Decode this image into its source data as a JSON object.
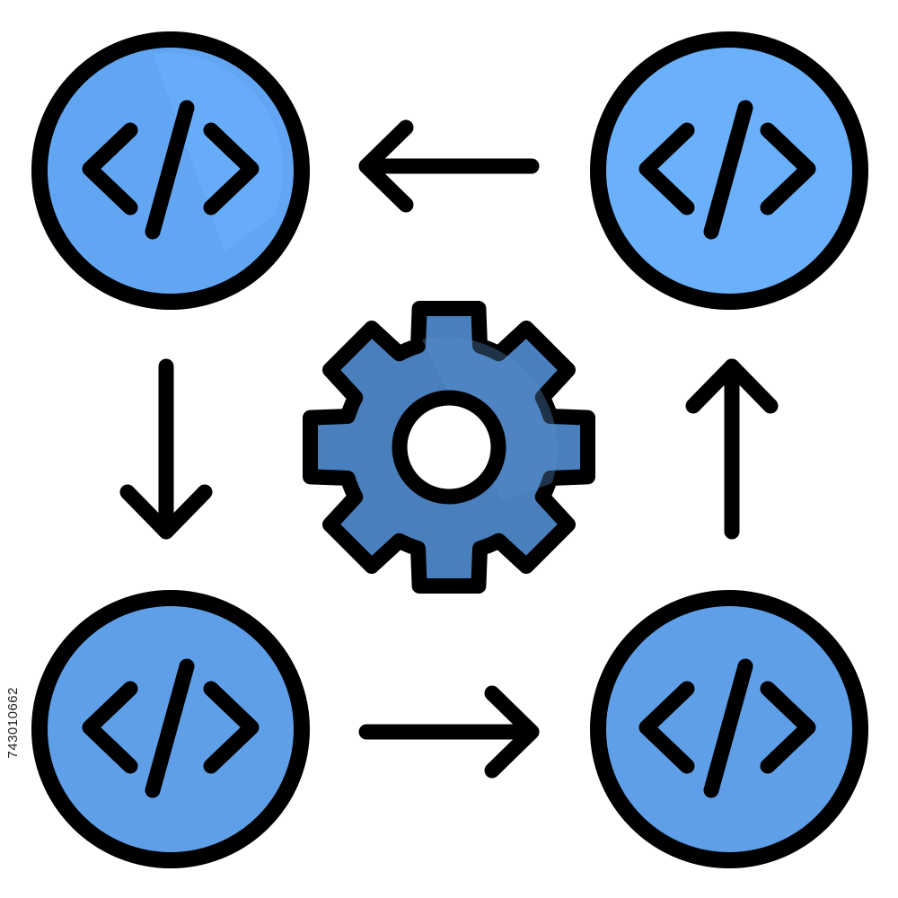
{
  "icon": {
    "name": "code-workflow-icon",
    "colors": {
      "outline": "#000000",
      "node_fill_light": "#6aaef9",
      "node_fill_mid": "#5e9fe6",
      "gear_fill": "#4a7fbd",
      "gear_hole": "#ffffff",
      "background": "#ffffff"
    },
    "nodes": [
      {
        "name": "code-node-top-left",
        "fill": "#62a6f3"
      },
      {
        "name": "code-node-top-right",
        "fill": "#6ab0fb"
      },
      {
        "name": "code-node-bottom-left",
        "fill": "#5f9fe8"
      },
      {
        "name": "code-node-bottom-right",
        "fill": "#5f9fe8"
      }
    ],
    "arrows": [
      {
        "name": "arrow-left-icon",
        "direction": "left"
      },
      {
        "name": "arrow-down-icon",
        "direction": "down"
      },
      {
        "name": "arrow-right-icon",
        "direction": "right"
      },
      {
        "name": "arrow-up-icon",
        "direction": "up"
      }
    ]
  },
  "stock_id": "743010662"
}
